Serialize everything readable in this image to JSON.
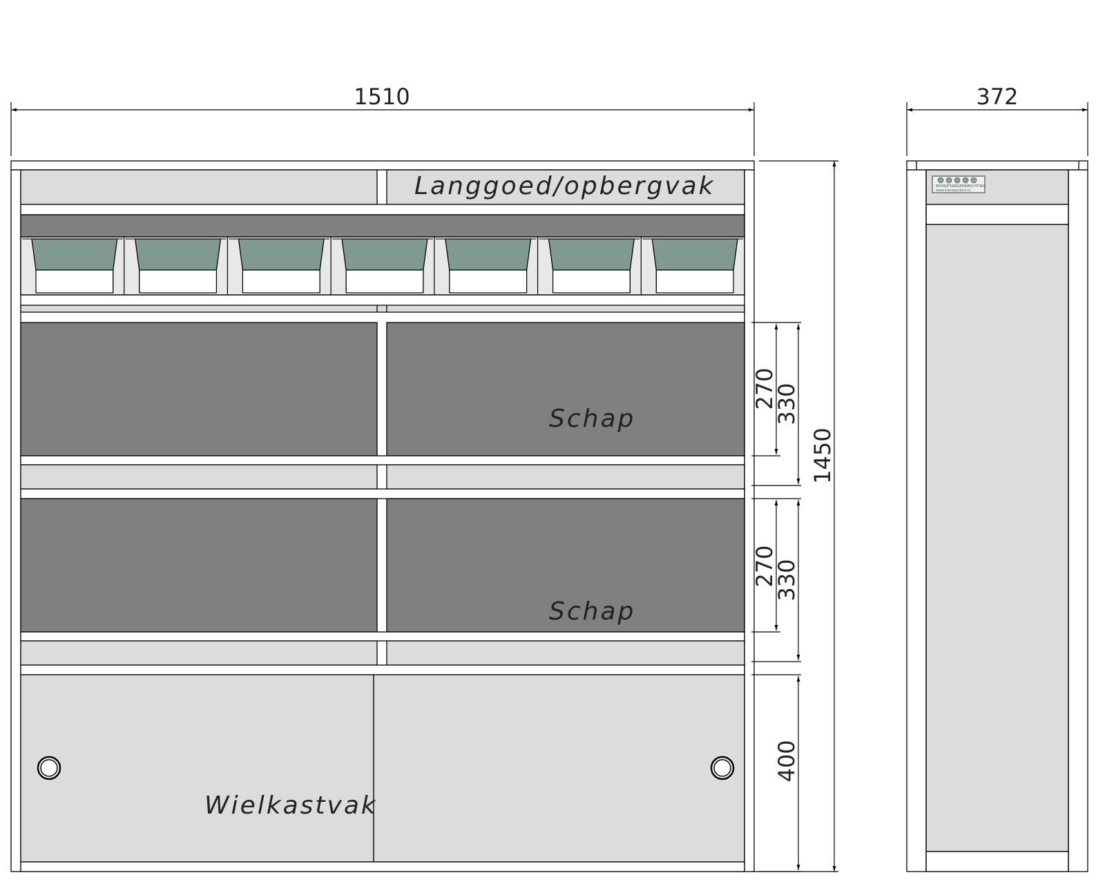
{
  "dimensions": {
    "front_width": "1510",
    "side_depth": "372",
    "total_height": "1450",
    "shelf1_inner": "270",
    "shelf1_outer": "330",
    "shelf2_inner": "270",
    "shelf2_outer": "330",
    "wheel_height": "400"
  },
  "labels": {
    "top_compartment": "Langgoed/opbergvak",
    "shelf_upper": "Schap",
    "shelf_lower": "Schap",
    "wheel_compartment": "Wielkastvak"
  },
  "logo": {
    "line1": "BEDRIJFSWAGENINRICHTING",
    "line2": "www.transporteur.nl"
  },
  "colors": {
    "outline": "#000000",
    "panel_light": "#dcdcdc",
    "panel_dark": "#808080",
    "bin_green": "#809a90",
    "background": "#ffffff"
  }
}
